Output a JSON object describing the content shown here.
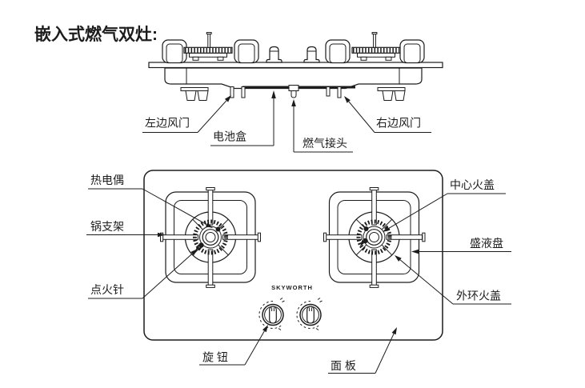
{
  "title": "嵌入式燃气双灶:",
  "brand": "SKYWORTH",
  "side_view": {
    "labels": {
      "left_damper": "左边风门",
      "battery_box": "电池盒",
      "gas_connector": "燃气接头",
      "right_damper": "右边风门"
    }
  },
  "top_view": {
    "labels": {
      "thermocouple": "热电偶",
      "pot_support": "锅支架",
      "ignition_needle": "点火针",
      "center_burner_cap": "中心火盖",
      "drip_pan": "盛液盘",
      "outer_ring_cap": "外环火盖",
      "knob": "旋 钮",
      "panel": "面 板"
    }
  },
  "colors": {
    "line": "#1c1c1c",
    "background": "#ffffff"
  }
}
